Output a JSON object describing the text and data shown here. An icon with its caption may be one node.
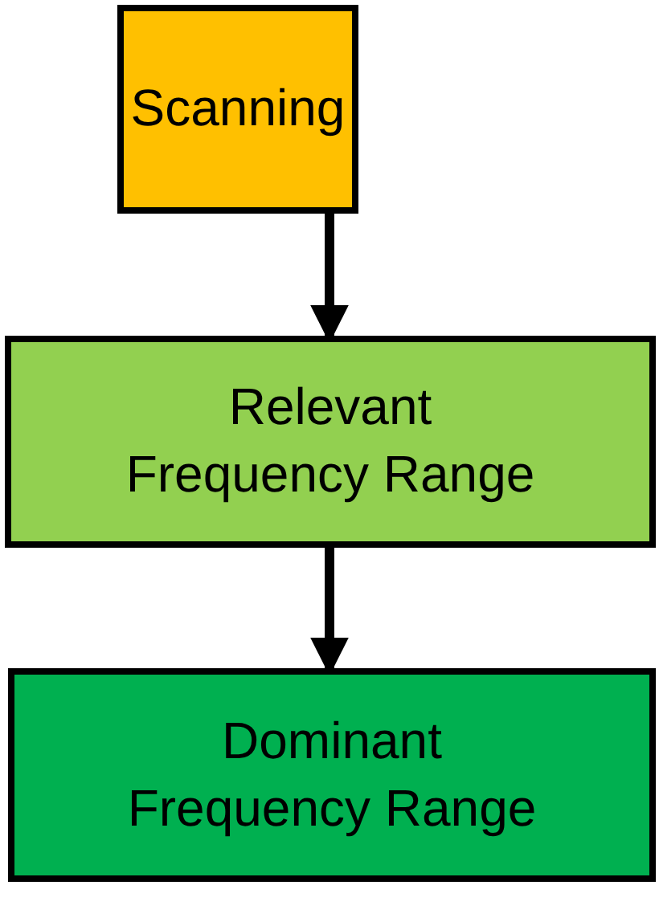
{
  "diagram": {
    "nodes": [
      {
        "text": [
          "Scanning"
        ]
      },
      {
        "text": [
          "Relevant Frequency Range"
        ]
      },
      {
        "text": [
          "Dominant Frequency Range"
        ]
      }
    ],
    "edges": [
      {
        "from": 0,
        "to": 1,
        "arrow": "to"
      },
      {
        "from": 1,
        "to": 2,
        "arrow": "to"
      }
    ]
  }
}
